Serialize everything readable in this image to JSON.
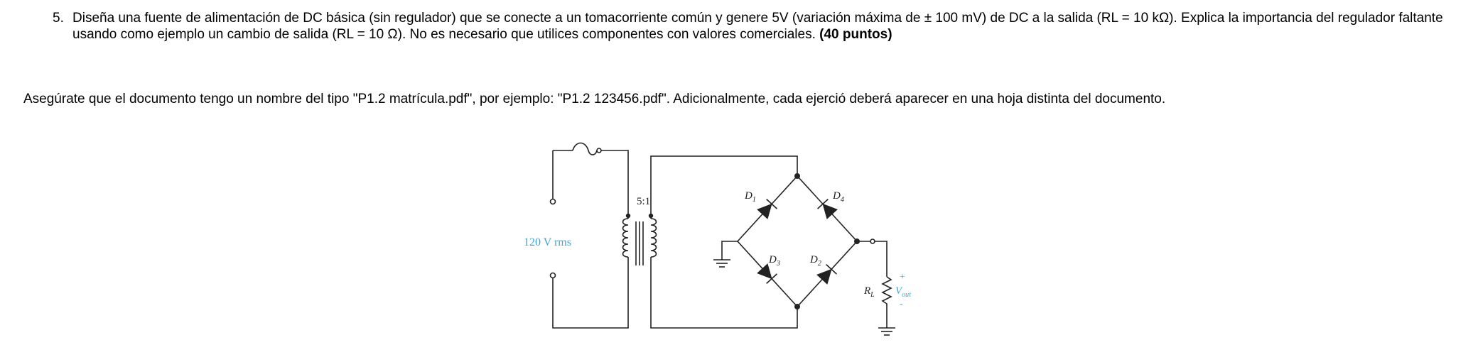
{
  "question": {
    "number": "5.",
    "text": "Diseña una fuente de alimentación de DC básica (sin regulador) que se conecte a un tomacorriente común y genere 5V (variación máxima de ± 100 mV) de DC a la salida (RL = 10 kΩ). Explica la importancia del regulador faltante usando como ejemplo un cambio de salida (RL = 10 Ω). No es necesario que utilices componentes con valores comerciales.",
    "points": "(40 puntos)"
  },
  "note": "Asegúrate que el documento tengo un nombre del tipo \"P1.2 matrícula.pdf\", por ejemplo: \"P1.2 123456.pdf\". Adicionalmente, cada ejerció deberá aparecer en una hoja distinta del documento.",
  "figure": {
    "source_label": "120 V rms",
    "ratio_label": "5:1",
    "d1_main": "D",
    "d1_sub": "1",
    "d2_main": "D",
    "d2_sub": "2",
    "d3_main": "D",
    "d3_sub": "3",
    "d4_main": "D",
    "d4_sub": "4",
    "rl_main": "R",
    "rl_sub": "L",
    "vout_main": "V",
    "vout_sub": "out",
    "plus": "+",
    "minus": "-"
  },
  "colors": {
    "text": "#000000",
    "wire": "#222222",
    "label_blue": "#3aa6d8"
  }
}
